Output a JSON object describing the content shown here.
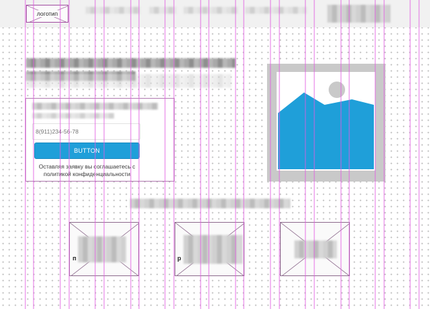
{
  "header": {
    "logo_label": "логотип"
  },
  "form": {
    "phone_placeholder": "8(911)234-56-78",
    "button_label": "BUTTON",
    "consent_text": "Оставляя заявку вы соглашаетесь с политикой конфиденциальности"
  },
  "cards": [
    {
      "letter": "п"
    },
    {
      "letter": "р"
    },
    {
      "letter": ""
    }
  ],
  "colors": {
    "accent": "#1f9fd9",
    "guide": "#e25be2",
    "header_bg": "#f1f1f1",
    "placeholder_frame": "#c9c9c9"
  },
  "icons": {
    "hero_image": "image-placeholder-icon",
    "card_image": "crossed-box-placeholder-icon"
  }
}
